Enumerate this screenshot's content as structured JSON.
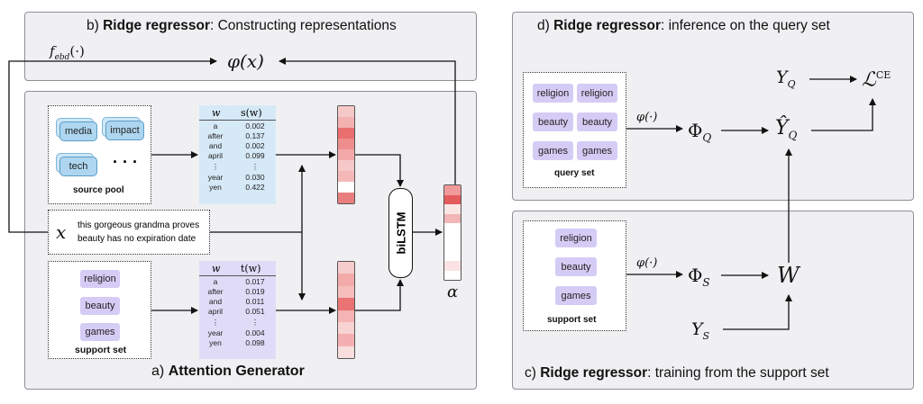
{
  "panel_b": {
    "label": "b)",
    "bold": "Ridge regressor",
    "rest": ": Constructing representations"
  },
  "panel_a": {
    "label": "a)",
    "bold": "Attention Generator"
  },
  "panel_d": {
    "label": "d)",
    "bold": "Ridge regressor",
    "rest": ": inference on the query set"
  },
  "panel_c": {
    "label": "c)",
    "bold": "Ridge regressor",
    "rest": ": training from the support set"
  },
  "math": {
    "f_ebd": "f",
    "f_ebd_sub": "ebd",
    "f_ebd_arg": "(·)",
    "phi_x": "φ(x)",
    "x": "x",
    "alpha": "α",
    "phi_dot": "φ(·)",
    "Phi_Q": "Φ",
    "Phi_Q_sub": "Q",
    "Phi_S": "Φ",
    "Phi_S_sub": "S",
    "Y_Q": "Y",
    "Y_Q_sub": "Q",
    "Yhat_Q": "Ŷ",
    "Yhat_Q_sub": "Q",
    "L_CE": "ℒ",
    "L_CE_sup": "CE",
    "W": "W",
    "Y_S": "Y",
    "Y_S_sub": "S"
  },
  "source_pool": {
    "chips": [
      "media",
      "impact",
      "tech"
    ],
    "ellipsis": "· · ·",
    "label": "source pool"
  },
  "sentence": {
    "line1": "this gorgeous grandma proves",
    "line2": "beauty has no expiration date"
  },
  "support_set": {
    "chips": [
      "religion",
      "beauty",
      "games"
    ],
    "label": "support set"
  },
  "table_s": {
    "col_w": "w",
    "col_v": "s(w)",
    "words": [
      "a",
      "after",
      "and",
      "april",
      "⋮",
      "year",
      "yen"
    ],
    "values": [
      "0.002",
      "0.137",
      "0.002",
      "0.099",
      "⋮",
      "0.030",
      "0.422"
    ]
  },
  "table_t": {
    "col_w": "w",
    "col_v": "t(w)",
    "words": [
      "a",
      "after",
      "and",
      "april",
      "⋮",
      "year",
      "yen"
    ],
    "values": [
      "0.017",
      "0.019",
      "0.011",
      "0.051",
      "⋮",
      "0.004",
      "0.098"
    ]
  },
  "bilstm": "biLSTM",
  "query_set": {
    "chips": [
      "religion",
      "religion",
      "beauty",
      "beauty",
      "games",
      "games"
    ],
    "label": "query set"
  },
  "support_set_c": {
    "chips": [
      "religion",
      "beauty",
      "games"
    ],
    "label": "support set"
  },
  "colors": {
    "panel_bg": "#f0f0f3",
    "chip_purple": "#d5ccf5",
    "chip_blue": "#aed6f0",
    "table_s_bg": "#d6e9f7",
    "table_t_bg": "#e0dbf7"
  }
}
